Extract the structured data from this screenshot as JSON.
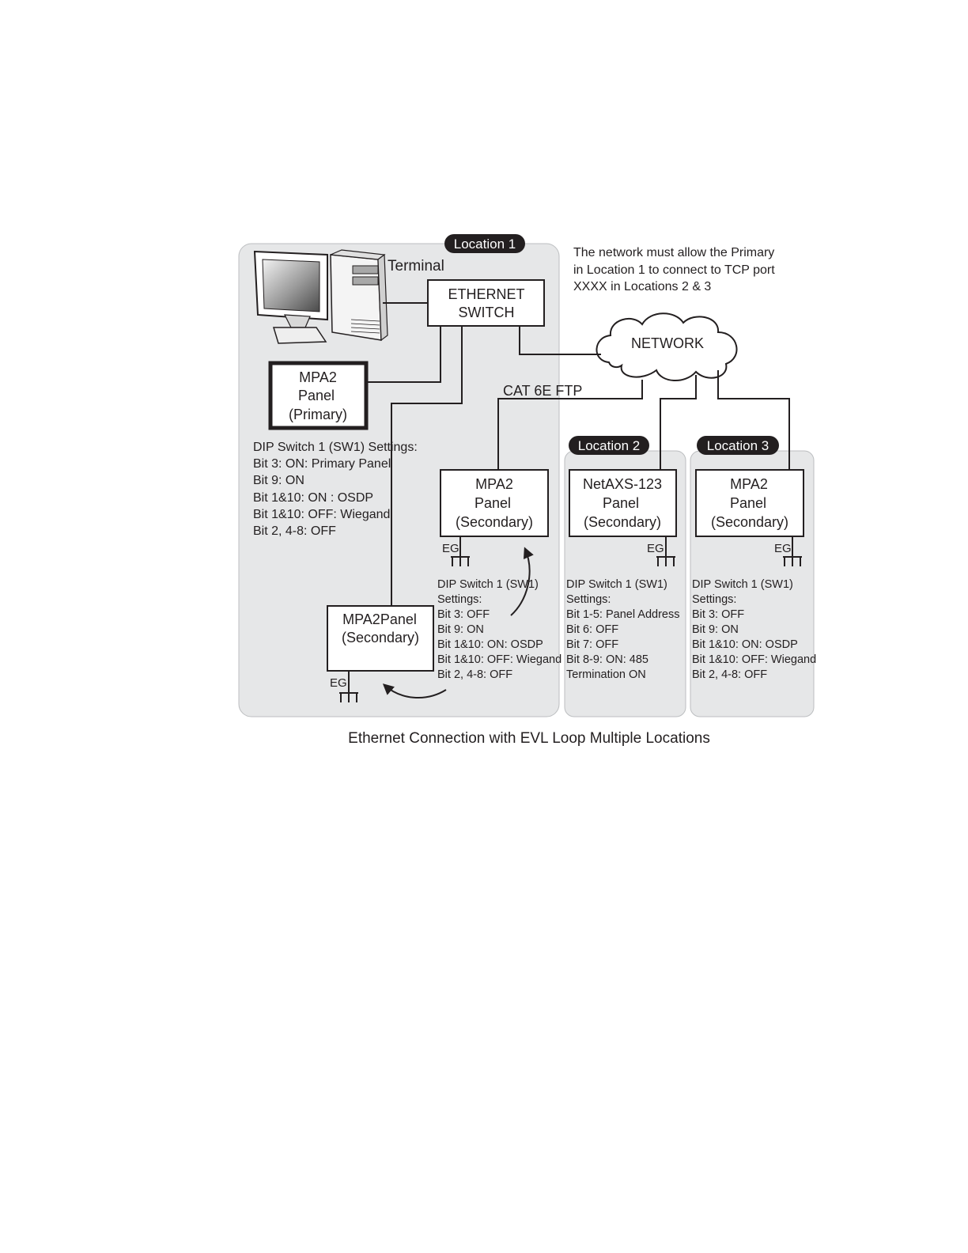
{
  "locations": {
    "loc1": "Location 1",
    "loc2": "Location 2",
    "loc3": "Location 3"
  },
  "terminal_label": "Terminal",
  "ethernet_switch": [
    "ETHERNET",
    "SWITCH"
  ],
  "network_note": [
    "The network must allow the Primary",
    "in Location 1 to connect to TCP port",
    "XXXX in Locations 2 & 3"
  ],
  "network_label": "NETWORK",
  "cable_label": "CAT 6E FTP",
  "eg_label": "EG",
  "panels": {
    "primary": [
      "MPA2",
      "Panel",
      "(Primary)"
    ],
    "loc1_secondary_a": [
      "MPA2",
      "Panel",
      "(Secondary)"
    ],
    "loc1_secondary_b": [
      "MPA2Panel",
      "(Secondary)"
    ],
    "loc2_secondary": [
      "NetAXS-123",
      "Panel",
      "(Secondary)"
    ],
    "loc3_secondary": [
      "MPA2",
      "Panel",
      "(Secondary)"
    ]
  },
  "dip_primary": [
    "DIP Switch 1 (SW1) Settings:",
    "Bit 3: ON: Primary Panel",
    "Bit 9: ON",
    "Bit 1&10: ON : OSDP",
    "Bit 1&10: OFF: Wiegand",
    "Bit 2, 4-8: OFF"
  ],
  "dip_loc1_secondary": [
    "DIP Switch 1 (SW1)",
    "Settings:",
    "Bit 3: OFF",
    "Bit 9: ON",
    "Bit 1&10: ON: OSDP",
    "Bit 1&10: OFF: Wiegand",
    "Bit 2, 4-8: OFF"
  ],
  "dip_loc2": [
    "DIP Switch 1 (SW1)",
    "Settings:",
    "Bit 1-5: Panel Address",
    "Bit 6: OFF",
    "Bit 7: OFF",
    "Bit 8-9: ON: 485",
    "Termination ON"
  ],
  "dip_loc3": [
    "DIP Switch 1 (SW1)",
    "Settings:",
    "Bit 3: OFF",
    "Bit 9: ON",
    "Bit 1&10: ON: OSDP",
    "Bit 1&10: OFF: Wiegand",
    "Bit 2, 4-8: OFF"
  ],
  "caption": "Ethernet Connection with EVL Loop Multiple Locations",
  "colors": {
    "zone_fill": "#e6e7e8",
    "zone_stroke": "#bcbec0",
    "ink": "#231f20",
    "badge": "#231f20",
    "badge_text": "#ffffff"
  }
}
